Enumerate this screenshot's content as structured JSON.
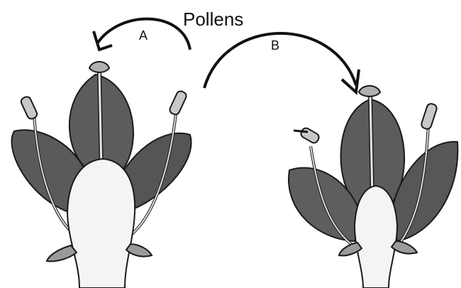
{
  "labels": {
    "title": "Pollens",
    "arrow_a": "A",
    "arrow_b": "B"
  },
  "colors": {
    "petal": "#5c5c5c",
    "petal_dark": "#3d3d3d",
    "petal_back": "#6e6e6e",
    "receptacle": "#f4f4f4",
    "outline": "#1a1a1a",
    "stamen": "#c8c8c8",
    "sepal": "#9a9a9a"
  },
  "figures": [
    {
      "name": "flower-left",
      "description_icon": "flower-icon"
    },
    {
      "name": "flower-right",
      "description_icon": "flower-icon"
    }
  ]
}
